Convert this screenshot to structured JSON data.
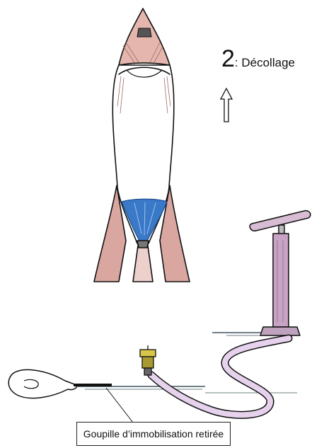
{
  "step": {
    "number": "2",
    "text": ": Décollage"
  },
  "callout": {
    "text": "Goupille d’immobilisation retirée"
  },
  "icons": {
    "direction": "up-arrow-icon",
    "hand": "hand-icon",
    "rocket": "bottle-rocket-icon",
    "pump": "bicycle-pump-icon",
    "valve": "launch-valve-icon"
  },
  "colors": {
    "ink": "#111111",
    "fin_fill": "#d9a6a0",
    "water": "#3a78c8",
    "pump": "#c9a3c4",
    "hose": "#e6d2ec",
    "ground": "#6f7f86"
  }
}
